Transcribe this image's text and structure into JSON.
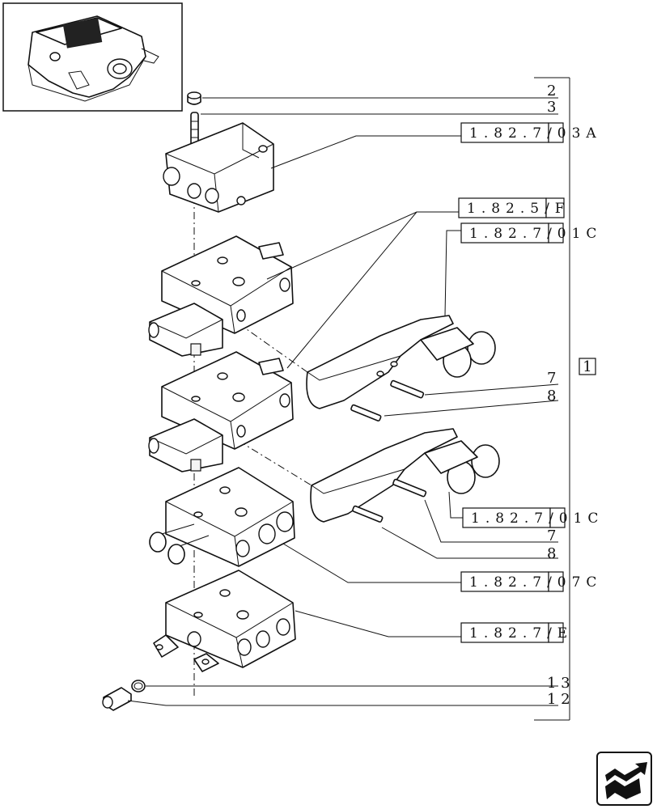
{
  "items": [
    "2",
    "3",
    "7",
    "8",
    "7",
    "8",
    "1 3",
    "1 2"
  ],
  "references": {
    "assembly_box": "1",
    "xrefs": [
      "1.82.7/03A",
      "1.82.5/F",
      "1.82.7/01C",
      "1.82.7/01C",
      "1.82.7/07C",
      "1.82.7/E"
    ]
  },
  "icons": {
    "navigation": "page-navigation-arrow-icon"
  }
}
